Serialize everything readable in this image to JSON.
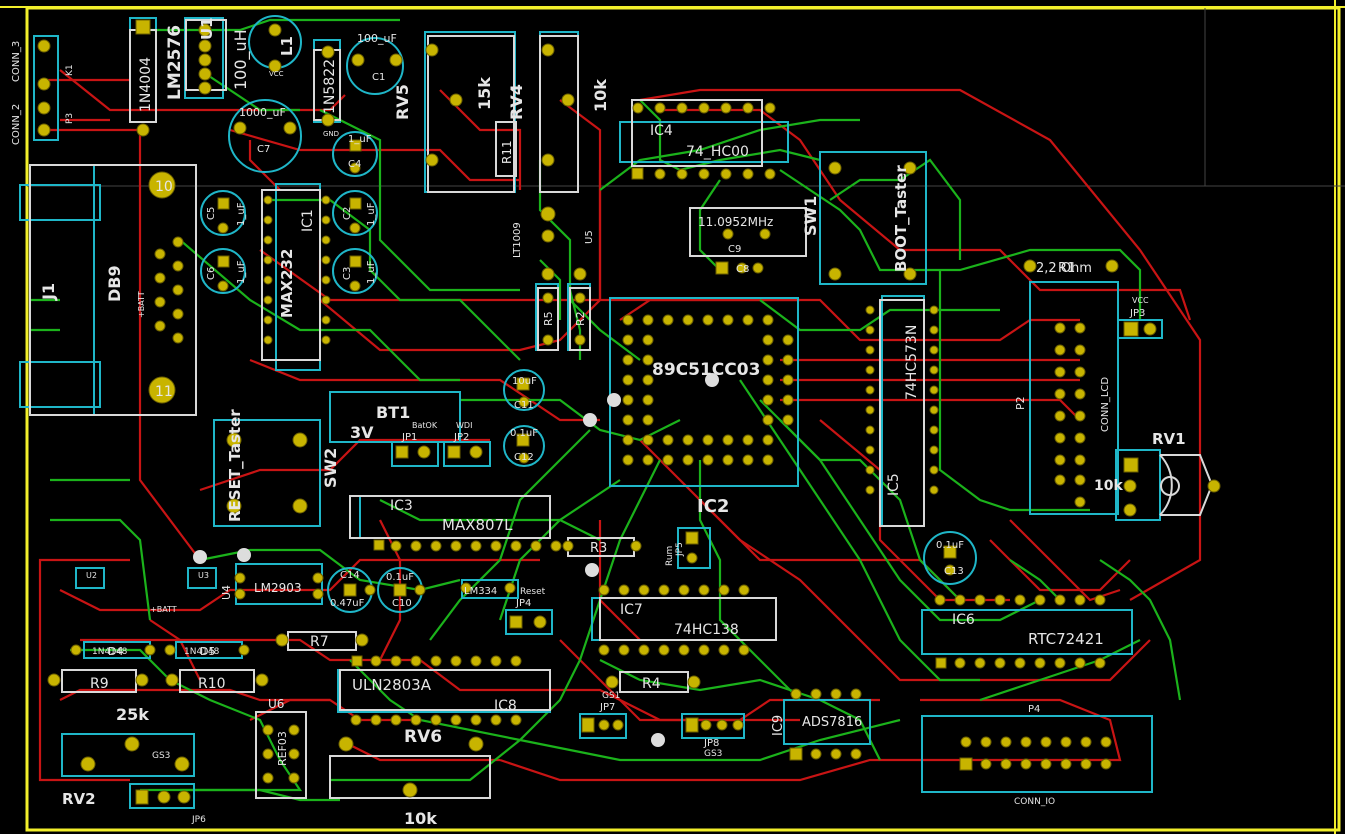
{
  "colors": {
    "background": "#000000",
    "board_edge": "#f2ef2b",
    "copper_front": "#c81414",
    "copper_back": "#1bb21b",
    "silk": "#e6e6e6",
    "courtyard": "#1fb6c8",
    "pad": "#c8b400"
  },
  "labels": {
    "conn2": "CONN_2",
    "conn3": "CONN_3",
    "k1": "K1",
    "p3": "P3",
    "d1": "1N4004",
    "lm2576": "LM2576",
    "u1": "U1",
    "inductor": "100_uH",
    "l1": "L1",
    "d2": "1N5822",
    "c1v": "100_uF",
    "c1": "C1",
    "c7v": "1000_uF",
    "c7": "C7",
    "vcc": "VCC",
    "gnd": "GND",
    "rv5": "RV5",
    "r15k": "15k",
    "rv4": "RV4",
    "r10k": "10k",
    "r11": "R11",
    "lt1009": "LT1009",
    "u5": "U5",
    "ic4": "IC4",
    "hc00": "74_HC00",
    "crystal": "11.0952MHz",
    "c9": "C9",
    "c8": "C8",
    "sw1": "SW1",
    "boot": "BOOT_Taster",
    "r2ohm": "2,2 Ohm",
    "r1": "R1",
    "jp3": "JP3",
    "j1": "J1",
    "db9": "DB9",
    "pin10": "10",
    "pin11": "11",
    "batt": "+BATT",
    "c5": "C5",
    "c6": "C6",
    "c2": "C2",
    "c3": "C3",
    "c4": "C4",
    "cap1uf": "1_uF",
    "ic1": "IC1",
    "max232": "MAX232",
    "r5": "R5",
    "r2": "R2",
    "mcu": "89C51CC03",
    "ic2": "IC2",
    "ic5": "IC5",
    "hc573": "74HC573N",
    "p2": "P2",
    "connlcd": "CONN_LCD",
    "rv1": "RV1",
    "rv1v": "10k",
    "c11v": "10uF",
    "c11": "C11",
    "c12v": "0.1uF",
    "c12": "C12",
    "bt1": "BT1",
    "v3": "3V",
    "batok": "BatOK",
    "jp1": "JP1",
    "wdi": "WDI",
    "jp2": "JP2",
    "reset_taster": "RESET_Taster",
    "sw2": "SW2",
    "ic3": "IC3",
    "max807": "MAX807L",
    "r3": "R3",
    "rum": "Rum",
    "jp5": "JP5",
    "c13v": "0.1uF",
    "c13": "C13",
    "u2": "U2",
    "u3": "U3",
    "u4": "U4",
    "lm2903": "LM2903",
    "c14v": "0.47uF",
    "c14": "C14",
    "c10v": "0.1uF",
    "c10": "C10",
    "lm1": "LM334",
    "reset": "Reset",
    "jp4": "JP4",
    "ic7": "IC7",
    "hc138": "74HC138",
    "ic6": "IC6",
    "rtc": "RTC72421",
    "d4": "D4",
    "d5": "D5",
    "r7": "R7",
    "r9": "R9",
    "r10": "R10",
    "r25k": "25k",
    "r4": "R4",
    "uln": "ULN2803A",
    "ic8": "IC8",
    "gs1": "GS1",
    "jp7": "JP7",
    "jp8": "JP8",
    "gs3": "GS3",
    "ic9": "IC9",
    "ads": "ADS7816",
    "p4": "P4",
    "rv6": "RV6",
    "r10kb": "10k",
    "u6": "U6",
    "ref": "REF03",
    "rv2": "RV2",
    "gs3b": "GS3",
    "jp6": "JP6",
    "connio": "CONN_IO",
    "d1n": "1N4148"
  }
}
